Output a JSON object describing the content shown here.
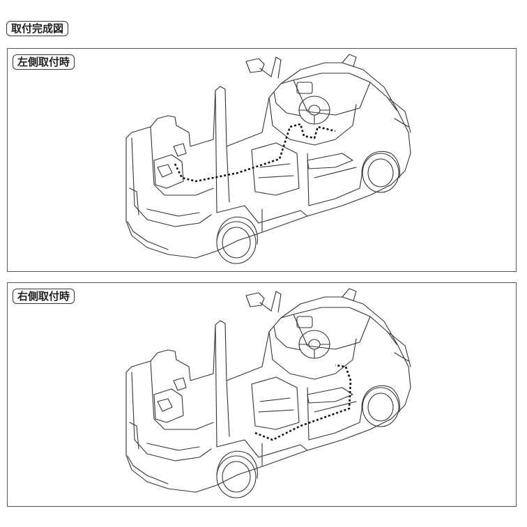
{
  "header": {
    "title": "取付完成図"
  },
  "panels": [
    {
      "label": "左側取付時",
      "wiring_side": "left"
    },
    {
      "label": "右側取付時",
      "wiring_side": "right"
    }
  ]
}
